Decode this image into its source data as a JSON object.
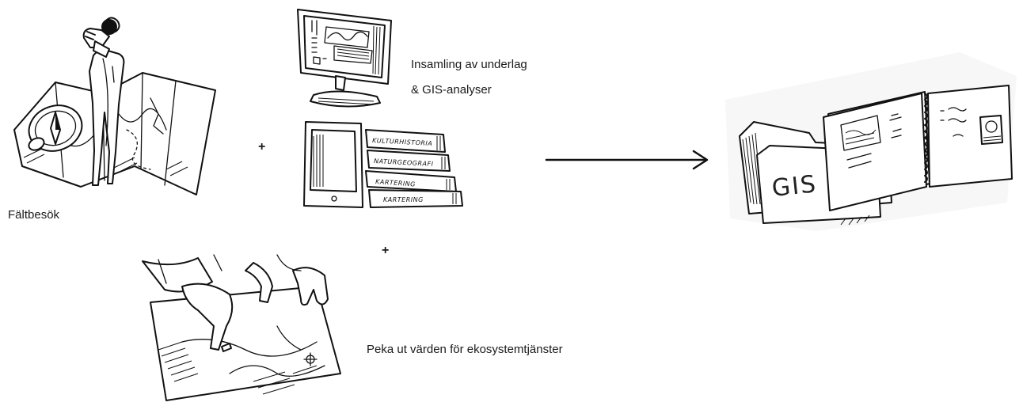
{
  "captions": {
    "field_visit": "Fältbesök",
    "collection_line1": "Insamling av underlag",
    "collection_line2": "& GIS-analyser",
    "point_out": "Peka ut värden för ekosystemtjänster"
  },
  "operators": {
    "plus_symbol": "+"
  },
  "books": [
    "KULTURHISTORIA",
    "NATURGEOGRAFI",
    "KARTERING",
    "KARTERING"
  ],
  "folder_label": "GIS",
  "colors": {
    "ink": "#111111",
    "background": "#ffffff"
  }
}
